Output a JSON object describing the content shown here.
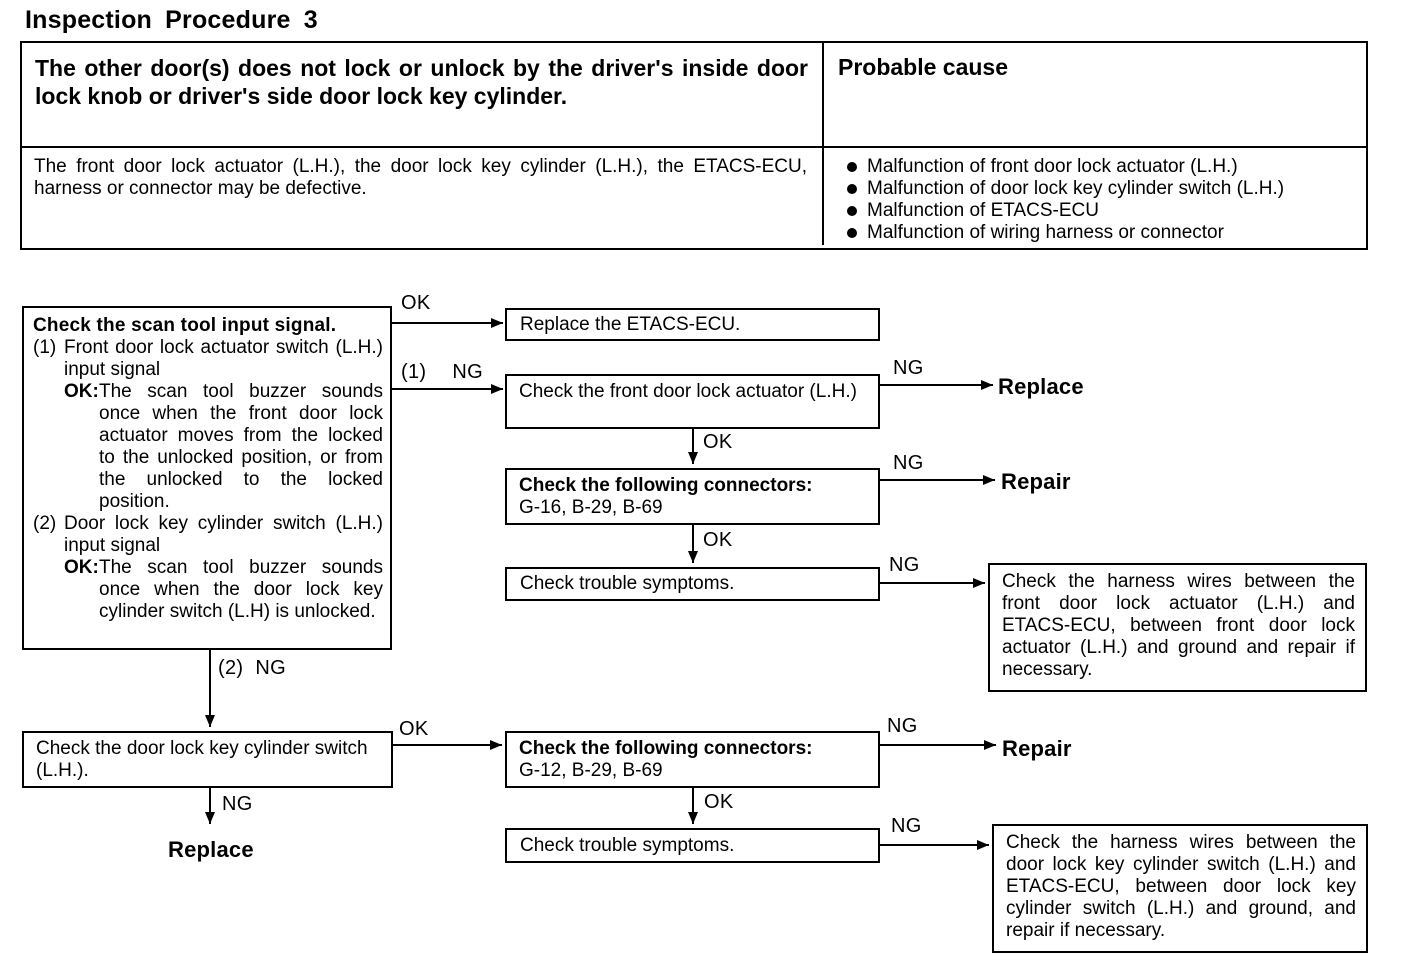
{
  "page": {
    "title": "Inspection Procedure 3"
  },
  "symptom_table": {
    "symptom": "The other door(s) does not lock or unlock by the driver's inside door lock knob or driver's side door lock key cylinder.",
    "probable_cause_header": "Probable cause",
    "comment": "The front door lock actuator (L.H.), the door lock key cylinder (L.H.), the ETACS-ECU, harness or connector may be defective.",
    "causes": [
      "Malfunction of front door lock actuator (L.H.)",
      "Malfunction of door lock key cylinder switch (L.H.)",
      "Malfunction of ETACS-ECU",
      "Malfunction of wiring harness or connector"
    ]
  },
  "flowchart": {
    "labels": {
      "ok": "OK",
      "ng": "NG",
      "step1": "(1)",
      "step2": "(2)"
    },
    "terminals": {
      "replace": "Replace",
      "repair": "Repair"
    },
    "start_box": {
      "title": "Check the scan tool input signal.",
      "items": [
        {
          "num": "(1)",
          "text": "Front door lock actuator switch (L.H.) input signal",
          "ok_label": "OK:",
          "ok_text": "The scan tool buzzer sounds once when the front door lock actuator moves from the locked to the unlocked position, or from the unlocked to the locked position."
        },
        {
          "num": "(2)",
          "text": "Door lock key cylinder switch (L.H.) input signal",
          "ok_label": "OK:",
          "ok_text": "The scan tool buzzer sounds once when the door lock key cylinder switch (L.H) is unlocked."
        }
      ]
    },
    "boxes": {
      "replace_etacs": "Replace the ETACS-ECU.",
      "check_actuator": "Check the front door lock actuator (L.H.)",
      "connectors_1_title": "Check the following connectors:",
      "connectors_1_list": "G-16, B-29, B-69",
      "symptoms_1": "Check trouble symptoms.",
      "harness_1": "Check the harness wires between the front door lock actuator (L.H.) and ETACS-ECU, between front door lock actuator (L.H.) and ground and repair if necessary.",
      "check_key_cylinder": "Check the door lock key cylinder switch (L.H.).",
      "connectors_2_title": "Check the following connectors:",
      "connectors_2_list": "G-12, B-29, B-69",
      "symptoms_2": "Check trouble symptoms.",
      "harness_2": "Check the harness wires between the door lock key cylinder switch (L.H.) and ETACS-ECU, between door lock key cylinder switch (L.H.) and ground, and repair if necessary."
    }
  },
  "colors": {
    "ink": "#000000",
    "paper": "#ffffff"
  }
}
